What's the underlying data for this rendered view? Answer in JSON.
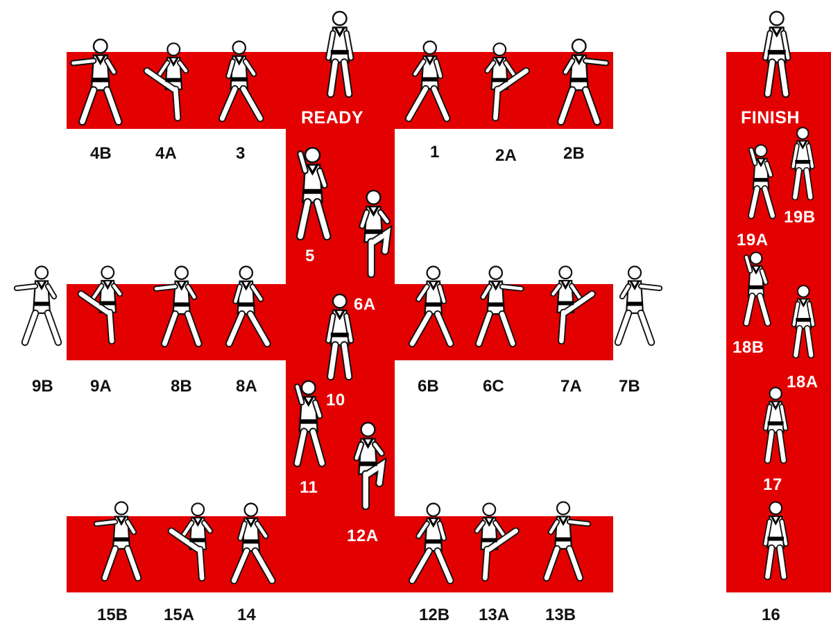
{
  "diagram": {
    "colors": {
      "path": "#e30000",
      "label_dark": "#111111",
      "label_light": "#ffffff",
      "figure_fill": "#ffffff",
      "figure_line": "#111111",
      "belt": "#000000"
    },
    "path_labels": {
      "ready": "READY",
      "finish": "FINISH"
    },
    "moves": {
      "m1": "1",
      "m2a": "2A",
      "m2b": "2B",
      "m3": "3",
      "m4a": "4A",
      "m4b": "4B",
      "m5": "5",
      "m6a": "6A",
      "m6b": "6B",
      "m6c": "6C",
      "m7a": "7A",
      "m7b": "7B",
      "m8a": "8A",
      "m8b": "8B",
      "m9a": "9A",
      "m9b": "9B",
      "m10": "10",
      "m11": "11",
      "m12a": "12A",
      "m12b": "12B",
      "m13a": "13A",
      "m13b": "13B",
      "m14": "14",
      "m15a": "15A",
      "m15b": "15B",
      "m16": "16",
      "m17": "17",
      "m18a": "18A",
      "m18b": "18B",
      "m19a": "19A",
      "m19b": "19B"
    }
  }
}
